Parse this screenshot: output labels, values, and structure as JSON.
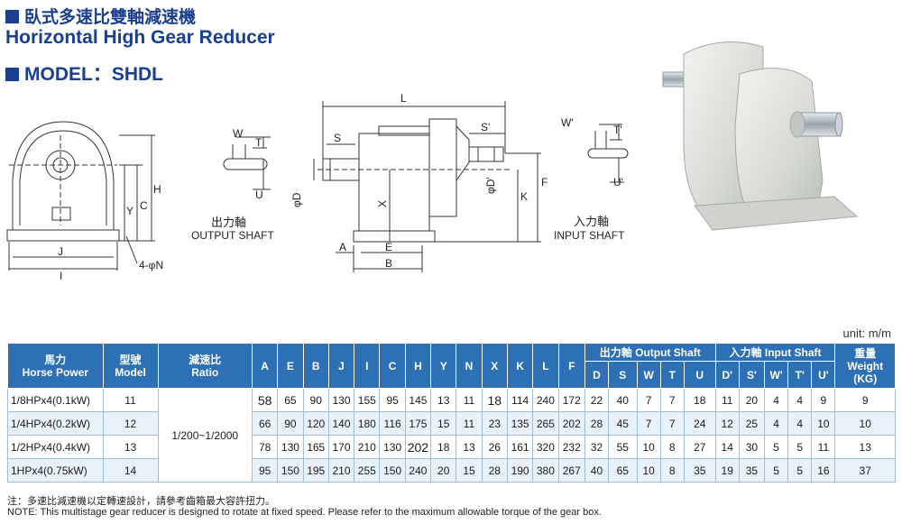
{
  "title_zh": "臥式多速比雙軸減速機",
  "title_en": "Horizontal High Gear Reducer",
  "model_label": "MODEL：SHDL",
  "drawing": {
    "front_labels": {
      "h": "H",
      "c": "C",
      "y": "Y",
      "j": "J",
      "i": "I",
      "n": "4-φN"
    },
    "output_shaft": {
      "label_zh": "出力軸",
      "label_en": "OUTPUT SHAFT",
      "w": "W",
      "t": "T",
      "u": "U"
    },
    "side_labels": {
      "l": "L",
      "s": "S",
      "s2": "S'",
      "d": "φD",
      "d2": "φD'",
      "x": "X",
      "k": "K",
      "f": "F",
      "a": "A",
      "e": "E",
      "b": "B"
    },
    "input_shaft": {
      "label_zh": "入力軸",
      "label_en": "INPUT SHAFT",
      "w2": "W'",
      "t2": "T'",
      "u2": "U'"
    }
  },
  "unit": "unit: m/m",
  "table": {
    "headers": {
      "hp_zh": "馬力",
      "hp_en": "Horse Power",
      "model_zh": "型號",
      "model_en": "Model",
      "ratio_zh": "減速比",
      "ratio_en": "Ratio",
      "letters": [
        "A",
        "E",
        "B",
        "J",
        "I",
        "C",
        "H",
        "Y",
        "N",
        "X",
        "K",
        "L",
        "F"
      ],
      "output_shaft": "出力軸 Output Shaft",
      "output_cols": [
        "D",
        "S",
        "W",
        "T",
        "U"
      ],
      "input_shaft": "入力軸 Input Shaft",
      "input_cols": [
        "D'",
        "S'",
        "W'",
        "T'",
        "U'"
      ],
      "weight_zh": "重量",
      "weight_en": "Weight",
      "weight_unit": "(KG)"
    },
    "ratio": "1/200~1/2000",
    "rows": [
      {
        "hp": "1/8HPx4(0.1kW)",
        "model": "11",
        "vals": [
          "58",
          "65",
          "90",
          "130",
          "155",
          "95",
          "145",
          "13",
          "11",
          "18",
          "114",
          "240",
          "172"
        ],
        "out": [
          "22",
          "40",
          "7",
          "7",
          "18"
        ],
        "in": [
          "11",
          "20",
          "4",
          "4",
          "9"
        ],
        "weight": "9"
      },
      {
        "hp": "1/4HPx4(0.2kW)",
        "model": "12",
        "vals": [
          "66",
          "90",
          "120",
          "140",
          "180",
          "116",
          "175",
          "15",
          "11",
          "23",
          "135",
          "265",
          "202"
        ],
        "out": [
          "28",
          "45",
          "7",
          "7",
          "24"
        ],
        "in": [
          "12",
          "25",
          "4",
          "4",
          "10"
        ],
        "weight": "10"
      },
      {
        "hp": "1/2HPx4(0.4kW)",
        "model": "13",
        "vals": [
          "78",
          "130",
          "165",
          "170",
          "210",
          "130",
          "202",
          "18",
          "13",
          "26",
          "161",
          "320",
          "232"
        ],
        "out": [
          "32",
          "55",
          "10",
          "8",
          "27"
        ],
        "in": [
          "14",
          "30",
          "5",
          "5",
          "11"
        ],
        "weight": "13"
      },
      {
        "hp": "1HPx4(0.75kW)",
        "model": "14",
        "vals": [
          "95",
          "150",
          "195",
          "210",
          "255",
          "150",
          "240",
          "20",
          "15",
          "28",
          "190",
          "380",
          "267"
        ],
        "out": [
          "40",
          "65",
          "10",
          "8",
          "35"
        ],
        "in": [
          "19",
          "35",
          "5",
          "5",
          "16"
        ],
        "weight": "37"
      }
    ]
  },
  "note_zh": "注：多速比減速機以定轉速設計，請參考齒箱最大容許扭力。",
  "note_en": "NOTE: This multistage gear reducer is designed to rotate at fixed speed.  Please refer to the maximum allowable torque of the gear box.",
  "colors": {
    "brand_blue": "#1b3f8f",
    "header_blue": "#2d70b6",
    "row_alt": "#e9f1fb"
  }
}
